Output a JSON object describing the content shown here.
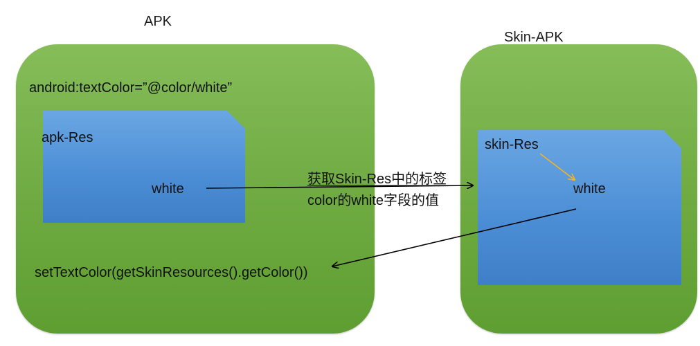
{
  "apk": {
    "title": "APK",
    "attribute_line": "android:textColor=”@color/white”",
    "res_label": "apk-Res",
    "res_value": "white",
    "call_line": "setTextColor(getSkinResources().getColor())"
  },
  "skin_apk": {
    "title": "Skin-APK",
    "res_label": "skin-Res",
    "res_value": "white"
  },
  "arrow_note": {
    "line1": "获取Skin-Res中的标签",
    "line2": "color的white字段的值"
  },
  "colors": {
    "container_green": "#72ad45",
    "doc_blue": "#4d8fd6",
    "arrow_black": "#000000",
    "arrow_orange": "#f5b51a"
  }
}
